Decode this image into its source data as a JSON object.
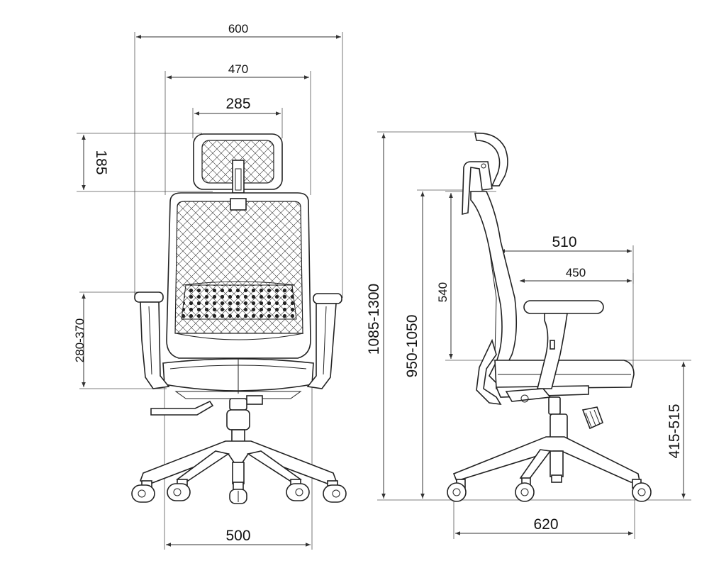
{
  "front_view": {
    "dims": {
      "overall_width": "600",
      "backrest_width": "470",
      "headrest_width": "285",
      "headrest_height": "185",
      "armrest_height": "280-370",
      "base_width": "500"
    }
  },
  "side_view": {
    "dims": {
      "overall_height": "1085-1300",
      "backrest_top_height": "950-1050",
      "backrest_height": "540",
      "seat_depth": "510",
      "armrest_depth": "450",
      "seat_height": "415-515",
      "base_depth": "620"
    }
  }
}
